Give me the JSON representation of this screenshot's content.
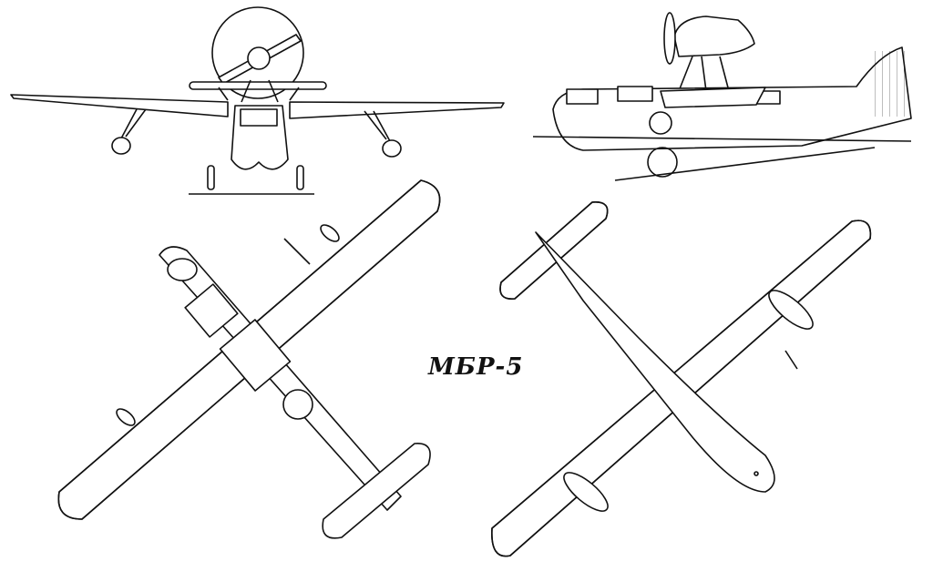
{
  "drawing": {
    "title": "МБР-5",
    "views": [
      "front-view",
      "side-view",
      "top-view",
      "bottom-view"
    ]
  }
}
